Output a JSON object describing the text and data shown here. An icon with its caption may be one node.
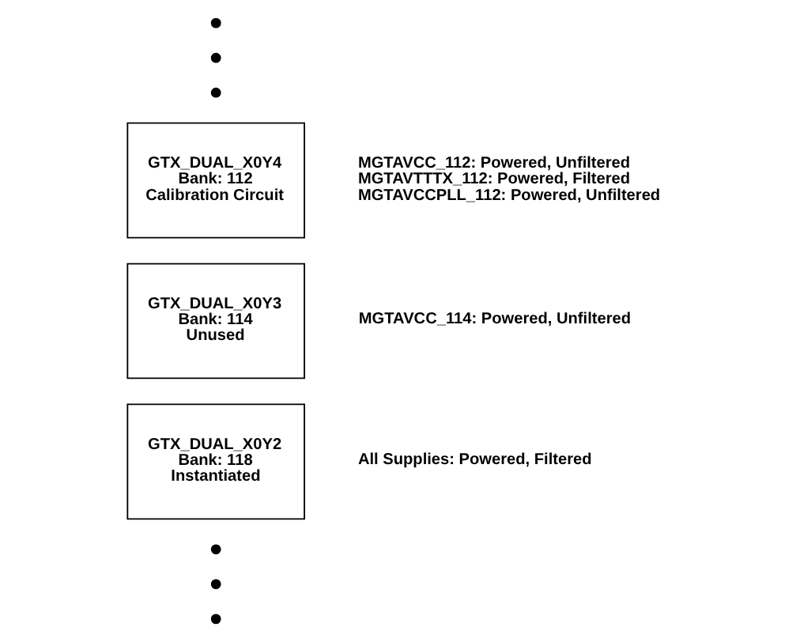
{
  "diagram": {
    "nodes": [
      {
        "text": [
          "GTX_DUAL_X0Y4",
          "Bank: 112",
          "Calibration Circuit"
        ],
        "beside": [
          "MGTAVCC_112: Powered, Unfiltered",
          "MGTAVTTTX_112: Powered, Filtered",
          "MGTAVCCPLL_112: Powered, Unfiltered"
        ]
      },
      {
        "text": [
          "GTX_DUAL_X0Y3",
          "Bank: 114",
          "Unused"
        ],
        "beside": [
          "MGTAVCC_114: Powered, Unfiltered"
        ]
      },
      {
        "text": [
          "GTX_DUAL_X0Y2",
          "Bank: 118",
          "Instantiated"
        ],
        "beside": [
          "All Supplies: Powered, Filtered"
        ]
      }
    ],
    "edges": []
  }
}
